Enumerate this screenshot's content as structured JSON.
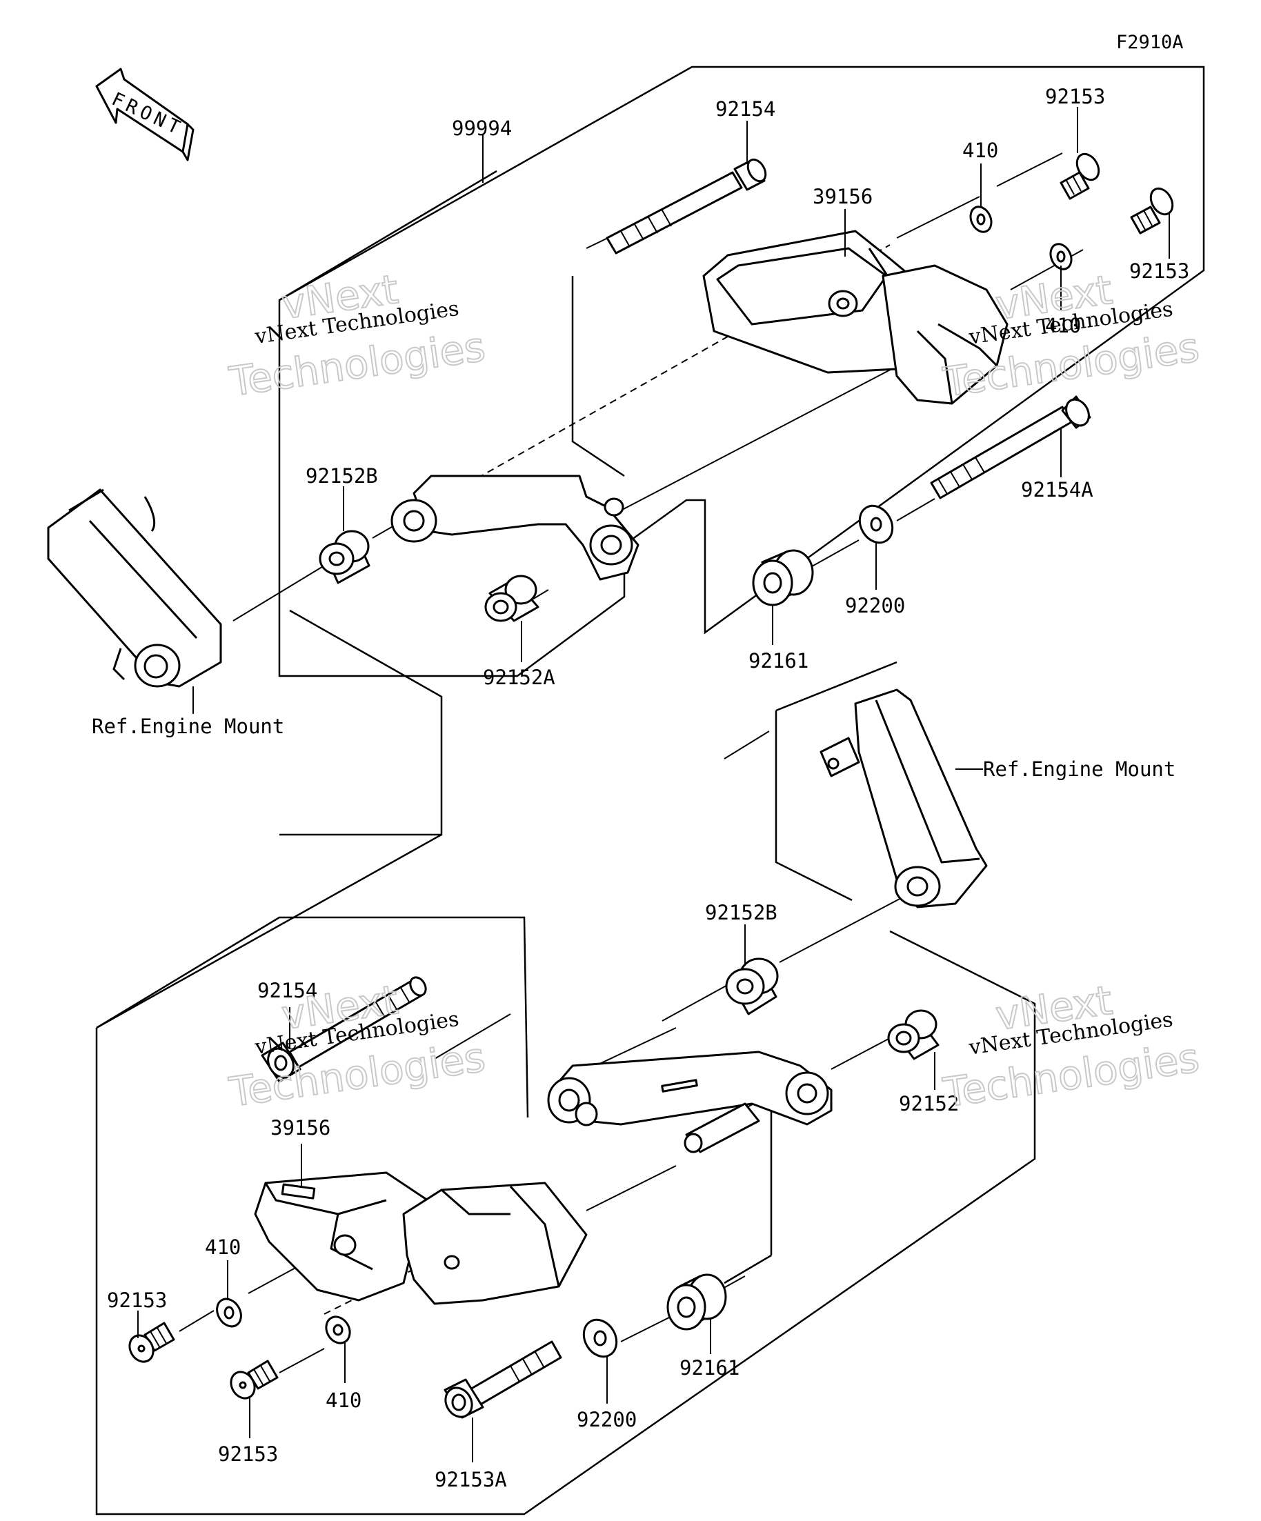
{
  "figure_code": "F2910A",
  "front_arrow_label": "FRONT",
  "reference_note": "Ref.Engine Mount",
  "watermark": {
    "line1": "vNext Technologies",
    "line2": "vNext",
    "line3": "Technologies"
  },
  "part_numbers": {
    "kit": "99994",
    "bolt_long": "92154",
    "bolt_long_a": "92154A",
    "bolt_short_a": "92153A",
    "screw": "92153",
    "washer": "410",
    "slider": "39156",
    "collar": "92152",
    "collar_a": "92152A",
    "collar_b": "92152B",
    "damper": "92161",
    "washer_large": "92200"
  },
  "colors": {
    "line": "#000000",
    "background": "#ffffff",
    "watermark_outline": "#c9c9c9"
  }
}
